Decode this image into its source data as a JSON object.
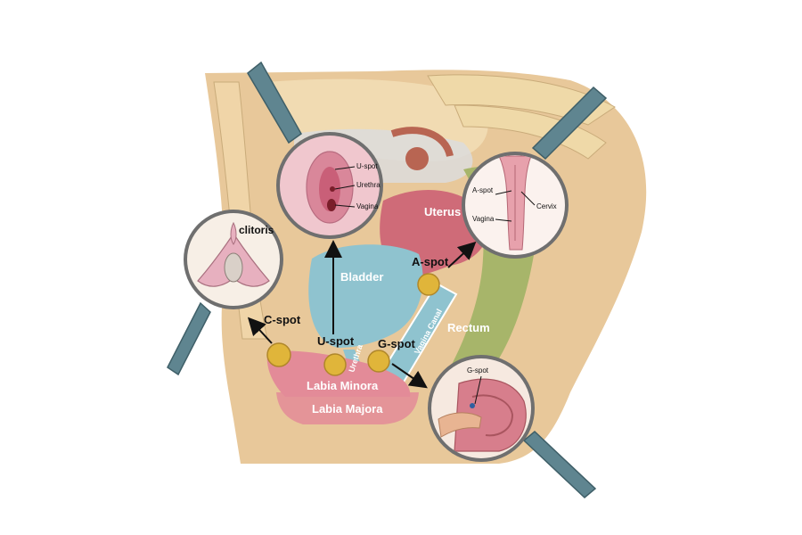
{
  "diagram": {
    "labels": {
      "bladder": "Bladder",
      "uterus": "Uterus",
      "rectum": "Rectum",
      "labia_minora": "Labia Minora",
      "labia_majora": "Labia Majora",
      "urethra": "Urethra",
      "vagina_canal": "Vagina Canal"
    },
    "spots": {
      "c_spot": "C-spot",
      "u_spot": "U-spot",
      "g_spot": "G-spot",
      "a_spot": "A-spot"
    },
    "magnifiers": {
      "clitoris": {
        "title": "clitoris"
      },
      "vulva": {
        "u_spot": "U-spot",
        "urethra": "Urethra",
        "vagina": "Vagina"
      },
      "cervix": {
        "a_spot": "A-spot",
        "vagina": "Vagina",
        "cervix": "Cervix"
      },
      "g_spot_detail": {
        "g_spot": "G-spot"
      }
    },
    "colors": {
      "body_tan": "#e8c89a",
      "bone": "#f2e0b8",
      "bladder": "#8fc3cf",
      "uterus": "#cf6b78",
      "rectum": "#a7b56a",
      "labia": "#e38b98",
      "spot": "#e0b53a",
      "lens_handle": "#5f8590"
    }
  }
}
